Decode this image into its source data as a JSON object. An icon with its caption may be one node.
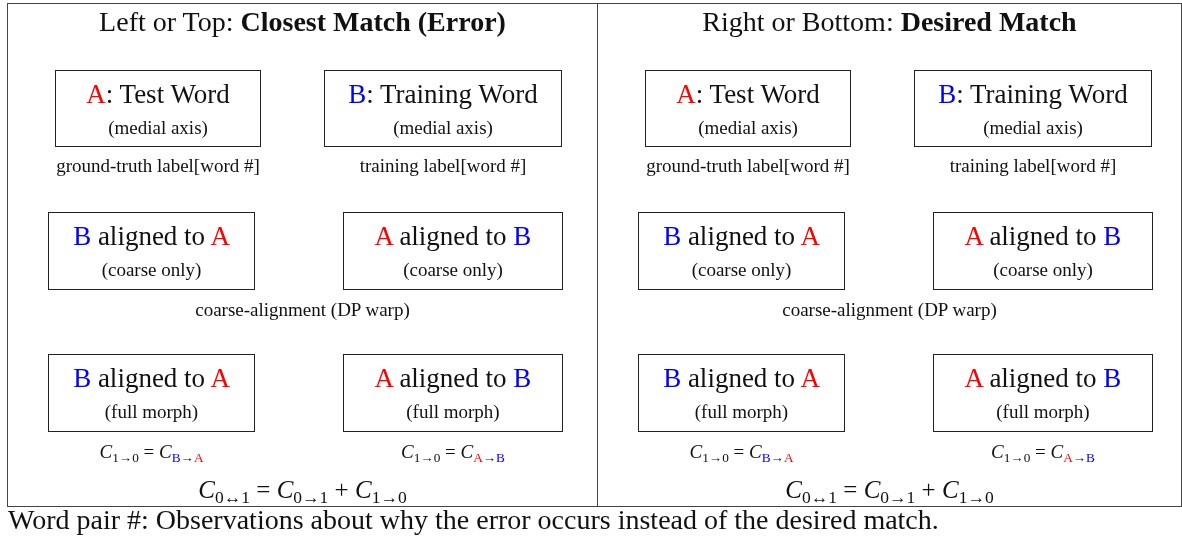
{
  "diagram": {
    "caption": "Word pair #: Observations about why the error occurs instead of the desired match.",
    "nodes": [
      {
        "text": [
          "Left or Top: **Closest Match (Error)**"
        ]
      },
      {
        "text": [
          "A: Test Word",
          "(medial axis)"
        ],
        "in": 0,
        "beside": [
          "ground-truth label[word #]"
        ]
      },
      {
        "text": [
          "B: Training Word",
          "(medial axis)"
        ],
        "in": 0,
        "beside": [
          "training label[word #]"
        ]
      },
      {
        "text": [
          "B aligned to A",
          "(coarse only)"
        ],
        "in": 0
      },
      {
        "text": [
          "A aligned to B",
          "(coarse only)"
        ],
        "in": 0
      },
      {
        "text": [
          "B aligned to A",
          "(full morph)"
        ],
        "in": 0,
        "beside": [
          "*C*$_{1→0}$ = *C*$_{B→A}$"
        ]
      },
      {
        "text": [
          "A aligned to B",
          "(full morph)"
        ],
        "in": 0,
        "beside": [
          "*C*$_{1→0}$ = *C*$_{A→B}$"
        ]
      },
      {
        "text": [
          "Right or Bottom: **Desired Match**"
        ]
      },
      {
        "text": [
          "A: Test Word",
          "(medial axis)"
        ],
        "in": 7,
        "beside": [
          "ground-truth label[word #]"
        ]
      },
      {
        "text": [
          "B: Training Word",
          "(medial axis)"
        ],
        "in": 7,
        "beside": [
          "training label[word #]"
        ]
      },
      {
        "text": [
          "B aligned to A",
          "(coarse only)"
        ],
        "in": 7
      },
      {
        "text": [
          "A aligned to B",
          "(coarse only)"
        ],
        "in": 7
      },
      {
        "text": [
          "B aligned to A",
          "(full morph)"
        ],
        "in": 7,
        "beside": [
          "*C*$_{1→0}$ = *C*$_{B→A}$"
        ]
      },
      {
        "text": [
          "A aligned to B",
          "(full morph)"
        ],
        "in": 7,
        "beside": [
          "*C*$_{1→0}$ = *C*$_{A→B}$"
        ]
      }
    ],
    "labels": [
      "coarse-alignment (DP warp)",
      "coarse-alignment (DP warp)",
      "*C*$_{0↔1}$ = *C*$_{0→1}$ + *C*$_{1→0}$",
      "*C*$_{0↔1}$ = *C*$_{0→1}$ + *C*$_{1→0}$"
    ]
  }
}
